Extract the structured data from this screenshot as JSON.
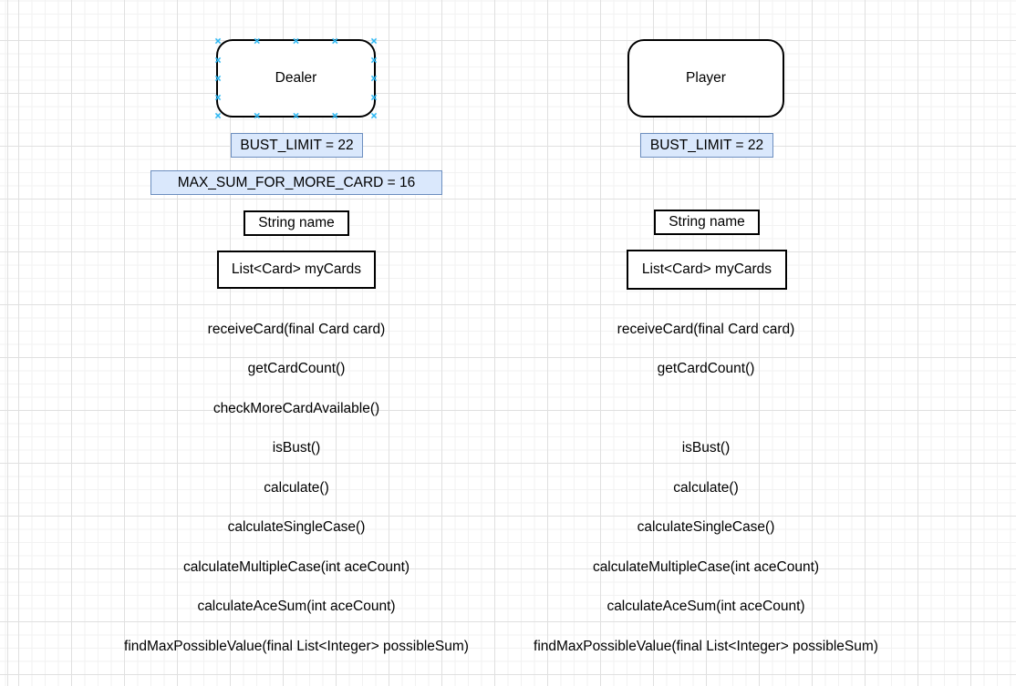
{
  "colors": {
    "constant_fill": "#dae8fc",
    "constant_border": "#6c8ebf",
    "shape_fill": "#ffffff",
    "shape_border": "#000000",
    "selection_handle": "#29b6f2",
    "grid_minor": "#f2f2f2",
    "grid_major": "#e0e0e0",
    "text": "#000000"
  },
  "dealer": {
    "title": "Dealer",
    "constants": [
      "BUST_LIMIT = 22",
      "MAX_SUM_FOR_MORE_CARD = 16"
    ],
    "fields": [
      "String name",
      "List<Card> myCards"
    ],
    "methods": [
      "receiveCard(final Card card)",
      "getCardCount()",
      "checkMoreCardAvailable()",
      "isBust()",
      "calculate()",
      "calculateSingleCase()",
      "calculateMultipleCase(int aceCount)",
      "calculateAceSum(int aceCount)",
      "findMaxPossibleValue(final List<Integer> possibleSum)"
    ]
  },
  "player": {
    "title": "Player",
    "constants": [
      "BUST_LIMIT = 22"
    ],
    "fields": [
      "String name",
      "List<Card> myCards"
    ],
    "methods": [
      "receiveCard(final Card card)",
      "getCardCount()",
      "isBust()",
      "calculate()",
      "calculateSingleCase()",
      "calculateMultipleCase(int aceCount)",
      "calculateAceSum(int aceCount)",
      "findMaxPossibleValue(final List<Integer> possibleSum)"
    ]
  }
}
